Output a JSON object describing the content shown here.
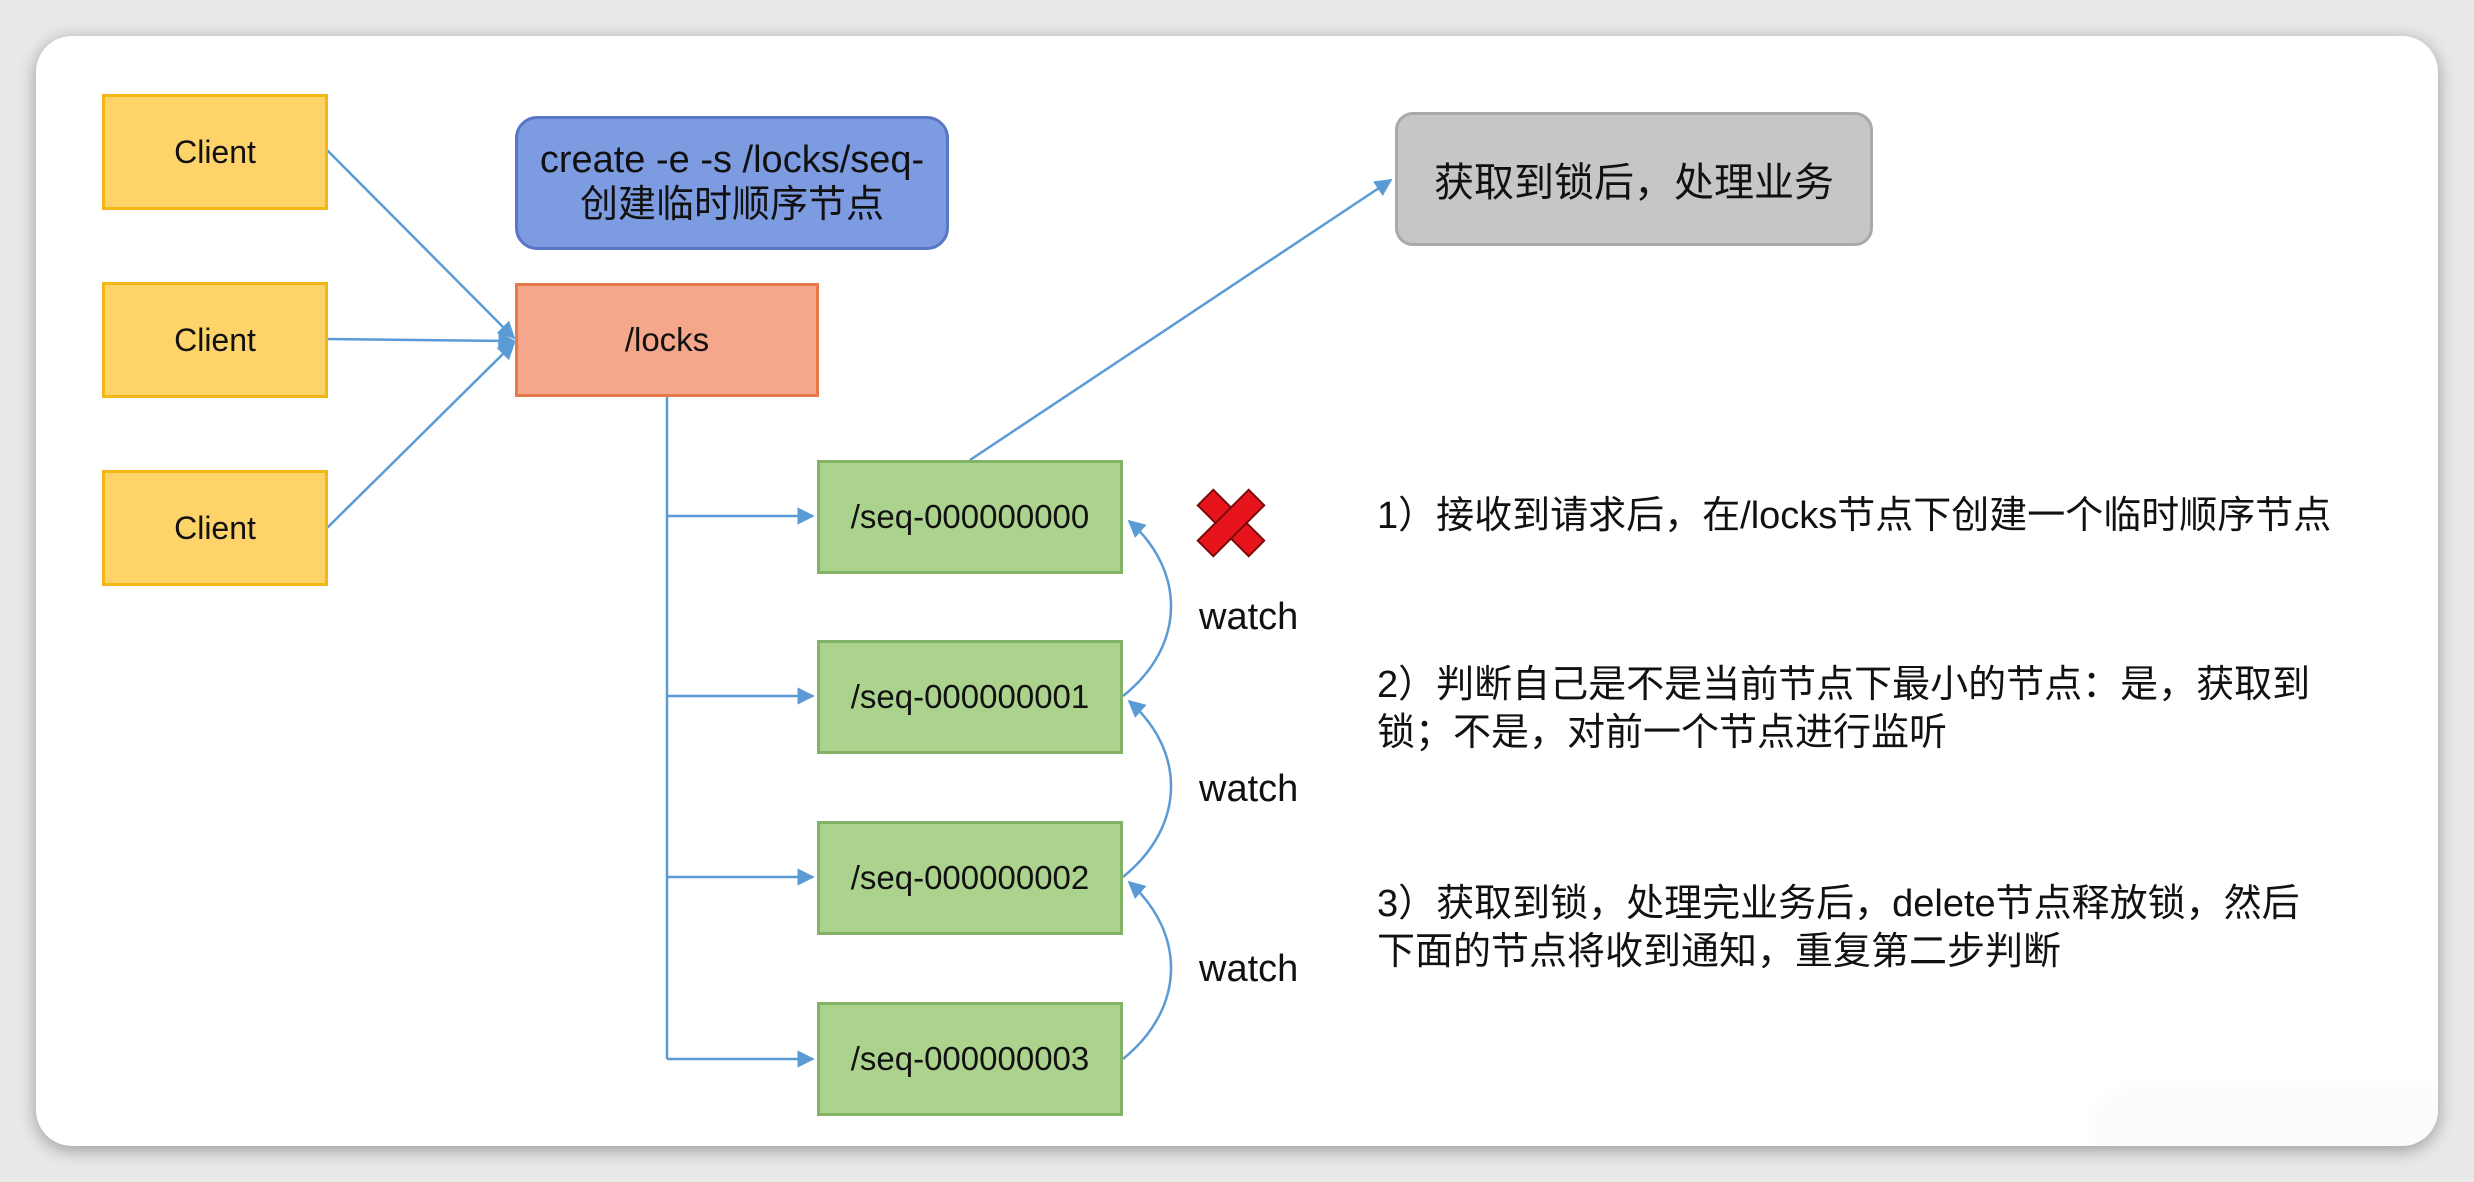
{
  "clients": [
    "Client",
    "Client",
    "Client"
  ],
  "locks_node": "/locks",
  "create_command": {
    "line1": "create -e -s /locks/seq-",
    "line2": "创建临时顺序节点"
  },
  "result_box": "获取到锁后，处理业务",
  "seq_nodes": [
    "/seq-000000000",
    "/seq-000000001",
    "/seq-000000002",
    "/seq-000000003"
  ],
  "watch_labels": [
    "watch",
    "watch",
    "watch"
  ],
  "steps": {
    "step1": "1）接收到请求后，在/locks节点下创建一个临时顺序节点",
    "step2_line1": "2）判断自己是不是当前节点下最小的节点：是，获取到",
    "step2_line2": "锁；不是，对前一个节点进行监听",
    "step3_line1": "3）获取到锁，处理完业务后，delete节点释放锁，然后",
    "step3_line2": "下面的节点将收到通知，重复第二步判断"
  },
  "colors": {
    "arrow": "#5b9bd5",
    "client_fill": "#fdd36a",
    "locks_fill": "#f4a78a",
    "seq_fill": "#acd38e",
    "create_fill": "#7d9be0",
    "result_fill": "#c6c6c6",
    "cross": "#e8141c"
  },
  "icons": [
    "cross-mark-icon"
  ]
}
